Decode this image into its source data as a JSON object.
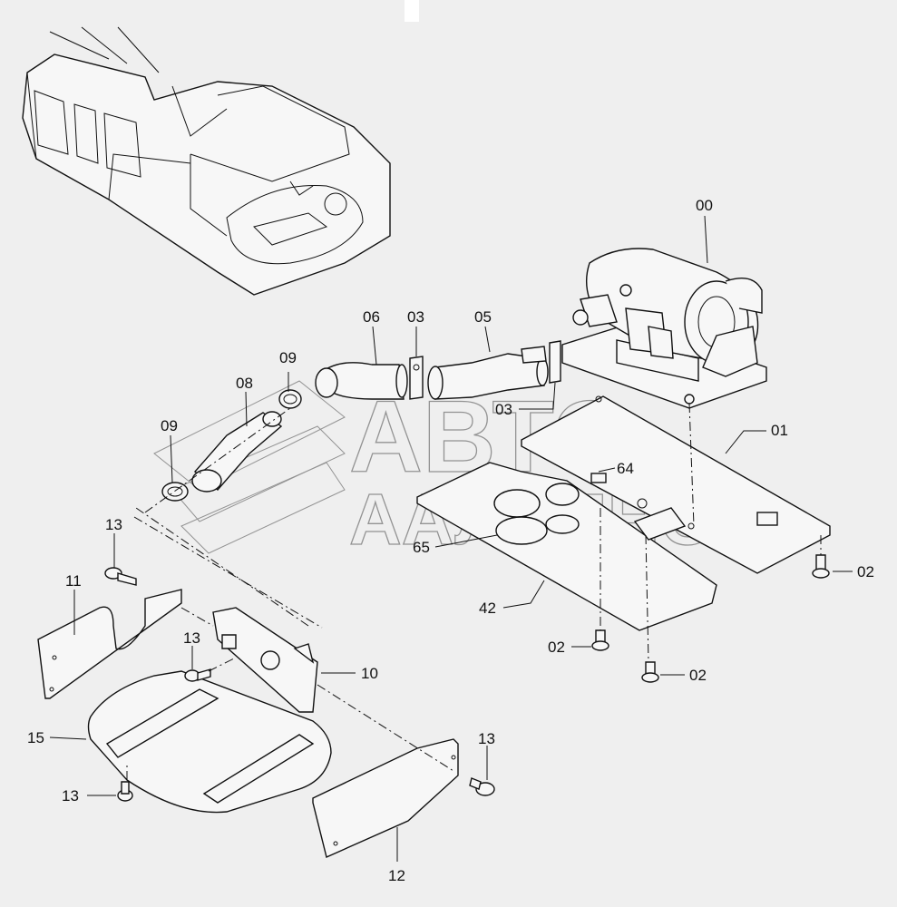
{
  "watermark": {
    "line1": "АВТО",
    "line2": "ААЛЬЯНС"
  },
  "labels": {
    "p00": "00",
    "p01": "01",
    "p02a": "02",
    "p02b": "02",
    "p02c": "02",
    "p03a": "03",
    "p03b": "03",
    "p05": "05",
    "p06": "06",
    "p08": "08",
    "p09a": "09",
    "p09b": "09",
    "p10": "10",
    "p11": "11",
    "p12": "12",
    "p13a": "13",
    "p13b": "13",
    "p13c": "13",
    "p13d": "13",
    "p15": "15",
    "p42": "42",
    "p64": "64",
    "p65": "65"
  }
}
